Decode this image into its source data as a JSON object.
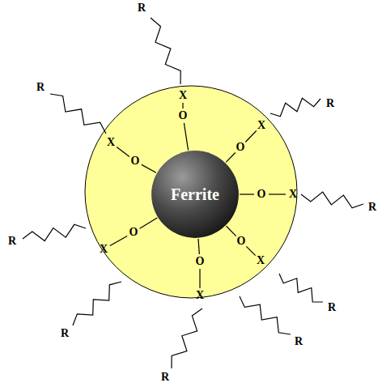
{
  "diagram": {
    "nodes": [
      {
        "text": [
          "Ferrite"
        ]
      }
    ],
    "labels": [
      "R",
      "R",
      "X",
      "R",
      "O",
      "X",
      "X",
      "O",
      "O",
      "O",
      "X",
      "R",
      "O",
      "O",
      "R",
      "X",
      "X",
      "O",
      "X",
      "R",
      "R",
      "R",
      "R"
    ]
  }
}
